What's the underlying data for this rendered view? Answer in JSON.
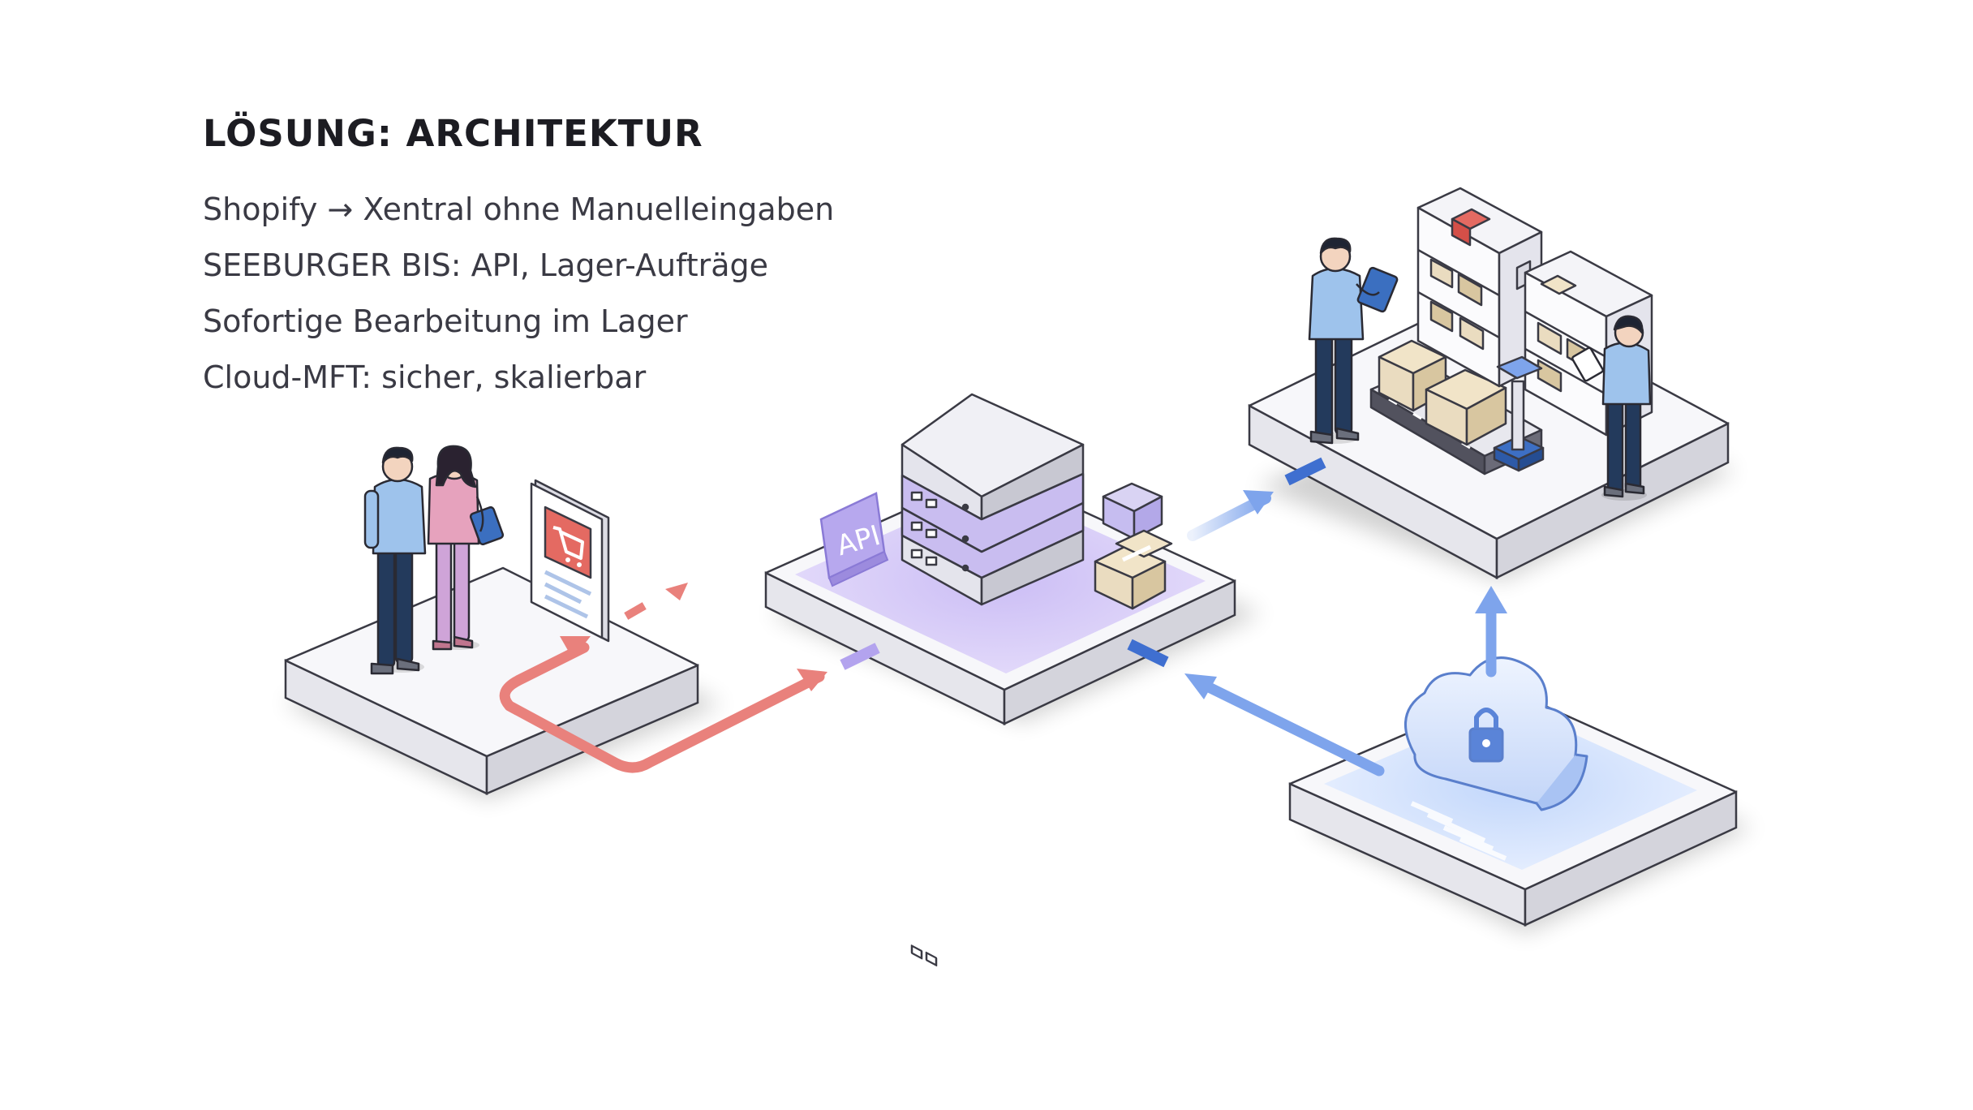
{
  "heading": "LÖSUNG: ARCHITEKTUR",
  "points": [
    "Shopify → Xentral ohne Manuelleingaben",
    "SEEBURGER BIS: API, Lager-Aufträge",
    "Sofortige Bearbeitung im Lager",
    "Cloud-MFT: sicher, skalierbar"
  ],
  "nodes": {
    "api_badge": "API"
  },
  "colors": {
    "text": "#1c1c22",
    "shop_arrow": "#e9817c",
    "integration_floor": "#d9cff7",
    "api_arrow": "#7ea4ec",
    "cloud": "#c9dbfa",
    "person_shirt": "#9ec3ec",
    "person_pants": "#233a5c",
    "person_pink": "#e6a2bd",
    "box": "#eadcc0"
  },
  "icons": [
    "shopping-cart-icon",
    "server-rack-icon",
    "cloud-lock-icon",
    "tablet-icon",
    "package-icon",
    "warehouse-shelf-icon"
  ]
}
